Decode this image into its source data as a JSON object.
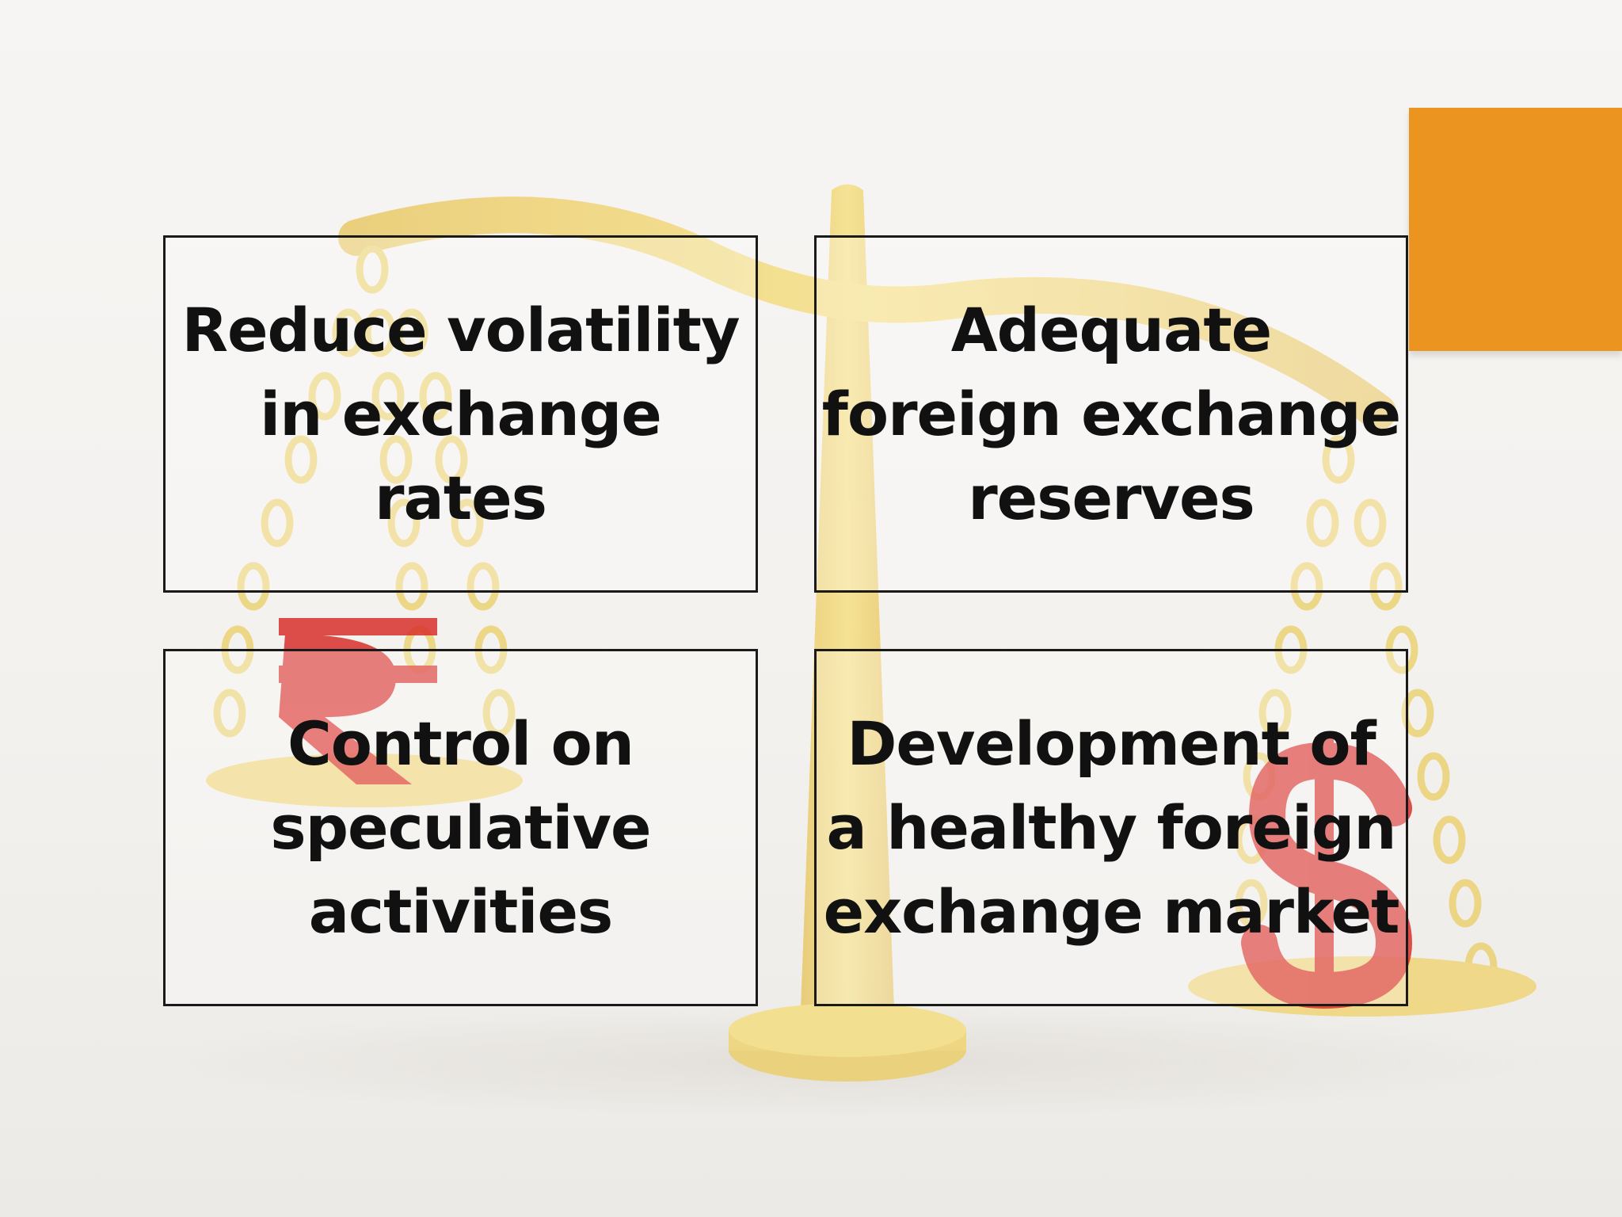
{
  "slide": {
    "boxes": [
      {
        "text": "Reduce volatility\nin exchange\nrates"
      },
      {
        "text": "Adequate\nforeign exchange\nreserves"
      },
      {
        "text": "Control on\nspeculative\nactivities"
      },
      {
        "text": "Development of\na healthy foreign\nexchange market"
      }
    ],
    "background_image": {
      "icon": "balance-scale-icon",
      "symbols": [
        "rupee-symbol-icon",
        "dollar-symbol-icon"
      ]
    }
  },
  "colors": {
    "accent": "#ec9420",
    "scale_gold": "#f0c92e",
    "symbol_red": "#d9302b",
    "border": "#1a1a1a",
    "text": "#111111"
  }
}
